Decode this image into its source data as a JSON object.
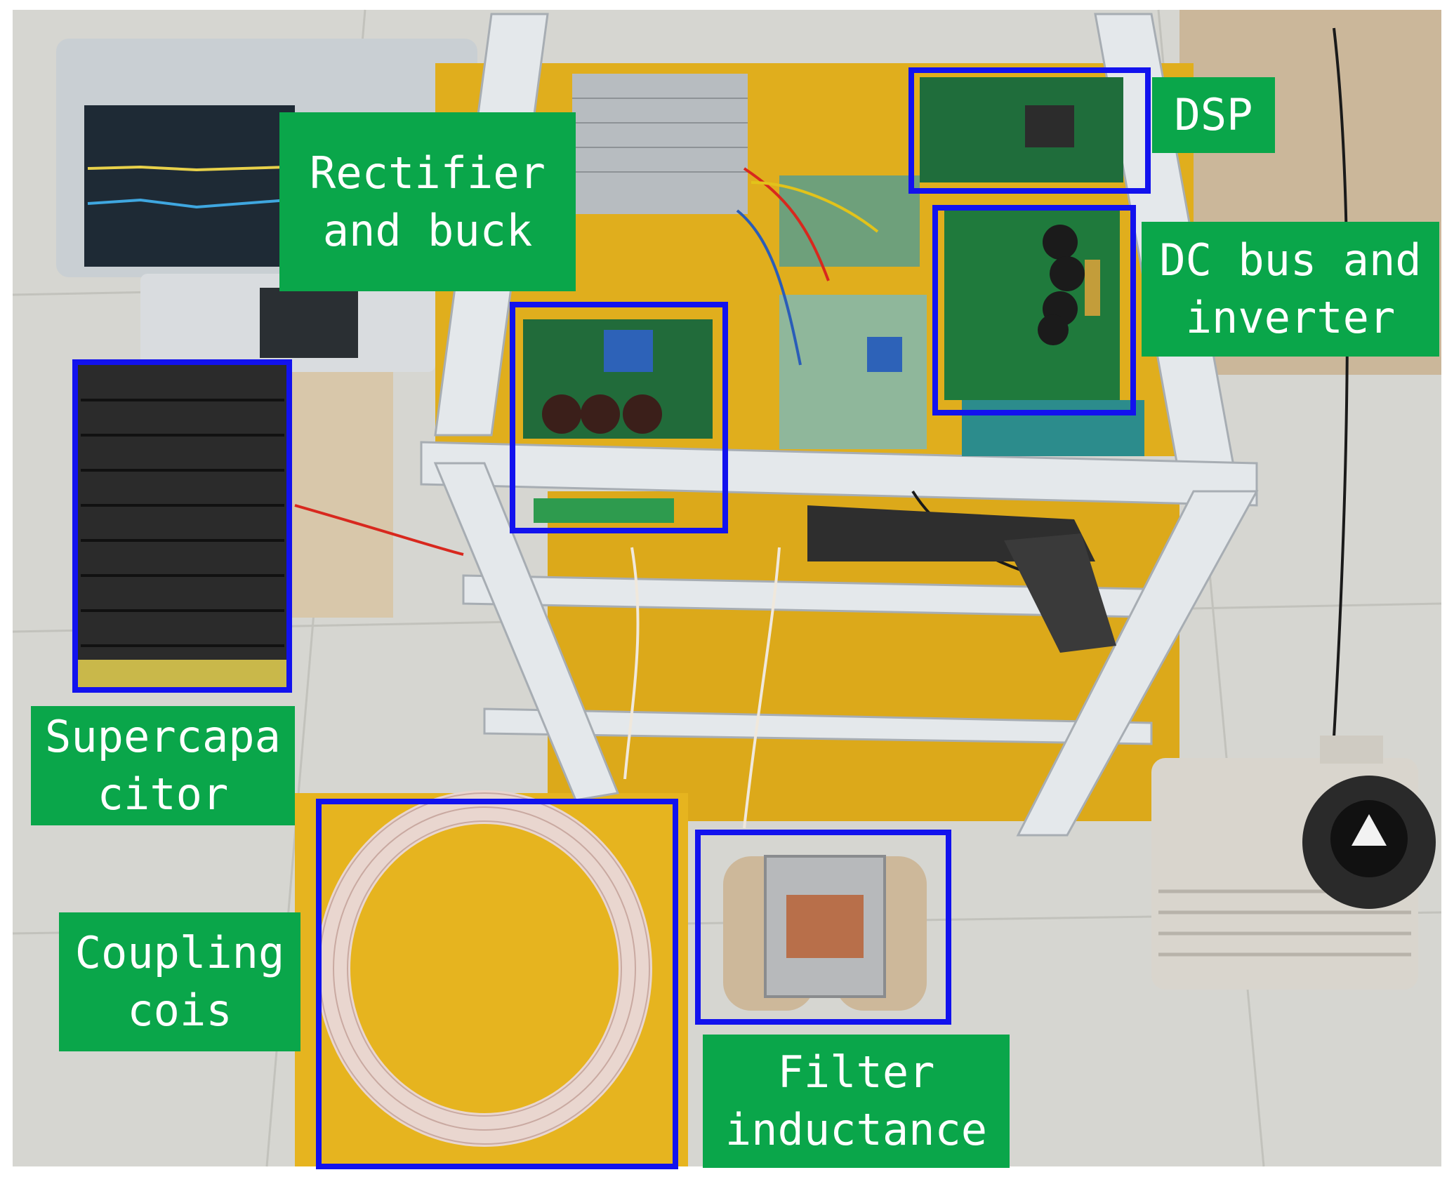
{
  "colors": {
    "label_bg": "#0aa64a",
    "label_text": "#ffffff",
    "box_border": "#1212ee",
    "floor": "#d9d9d4",
    "board_yellow": "#e3b21e",
    "pcb_green": "#1f7a3c",
    "rack_white": "#e6e9ec"
  },
  "labels": {
    "rectifier": [
      "Rectifier",
      "and buck"
    ],
    "dsp": [
      "DSP"
    ],
    "dc_bus": [
      "DC bus and",
      "inverter"
    ],
    "supercap": [
      "Supercapa",
      "citor"
    ],
    "coupling": [
      "Coupling",
      "cois"
    ],
    "filter": [
      "Filter",
      "inductance"
    ]
  }
}
